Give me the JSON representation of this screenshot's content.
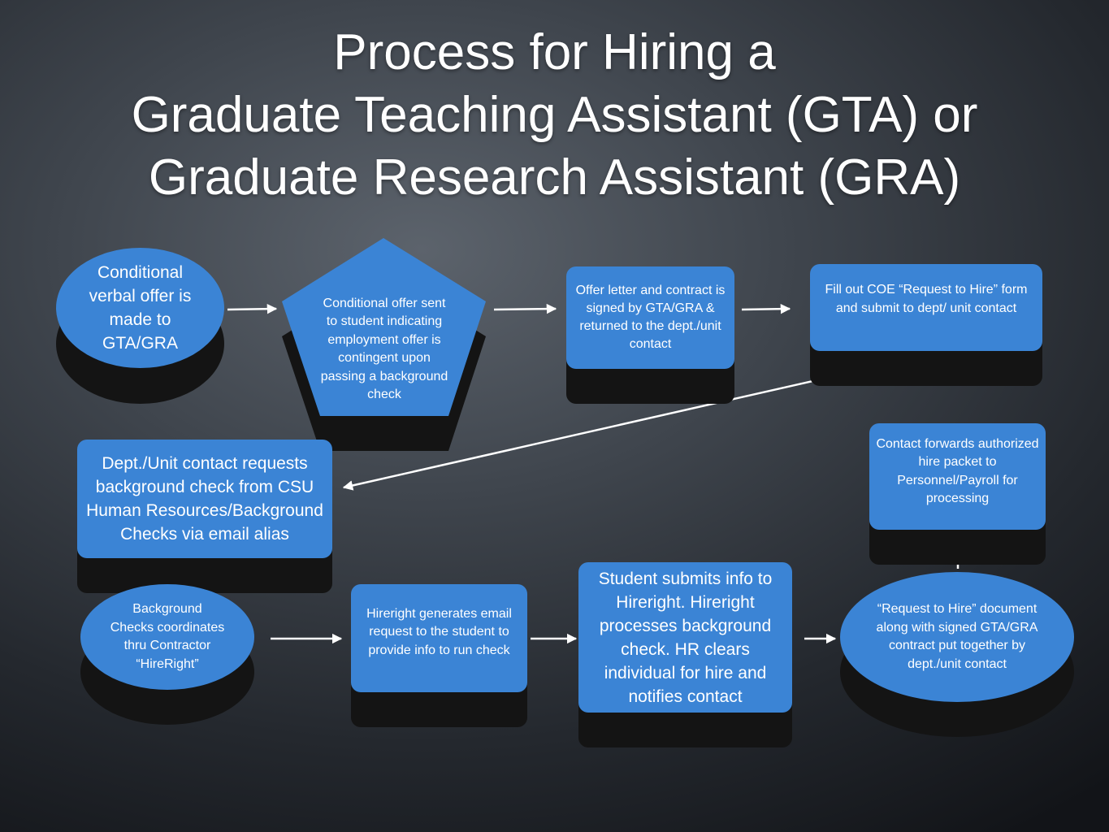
{
  "title_lines": [
    "Process for Hiring a",
    "Graduate Teaching Assistant (GTA) or",
    "Graduate Research Assistant (GRA)"
  ],
  "colors": {
    "node_fill": "#3b84d5",
    "arrow": "#ffffff",
    "shadow": "#141414"
  },
  "steps": [
    {
      "id": "verbal-offer",
      "shape": "oval",
      "text": "Conditional verbal offer is made to GTA/GRA"
    },
    {
      "id": "conditional-offer-letter",
      "shape": "pentagon",
      "text": "Conditional offer sent to student indicating employment offer is contingent upon passing a background check"
    },
    {
      "id": "offer-signed",
      "shape": "rounded-rect",
      "text": "Offer letter and contract is signed by GTA/GRA & returned to the dept./unit contact"
    },
    {
      "id": "request-to-hire-form",
      "shape": "rounded-rect",
      "text": "Fill out COE “Request to Hire” form and submit to dept/ unit contact"
    },
    {
      "id": "background-request",
      "shape": "rounded-rect",
      "text": "Dept./Unit contact requests background check from CSU Human Resources/Background Checks via email alias"
    },
    {
      "id": "background-coordination",
      "shape": "oval",
      "text": "Background Checks coordinates thru Contractor “HireRight”"
    },
    {
      "id": "hireright-email",
      "shape": "rounded-rect",
      "text": "Hireright generates email  request to the student  to provide info to run check"
    },
    {
      "id": "student-submits",
      "shape": "rounded-rect",
      "text": "Student submits info to Hireright. Hireright processes background check.  HR clears individual for hire and notifies contact"
    },
    {
      "id": "hire-document",
      "shape": "oval",
      "text": "“Request to Hire” document along with signed GTA/GRA contract put together by dept./unit contact"
    },
    {
      "id": "forward-packet",
      "shape": "rounded-rect",
      "text": "Contact forwards authorized hire packet to Personnel/Payroll  for processing"
    }
  ]
}
